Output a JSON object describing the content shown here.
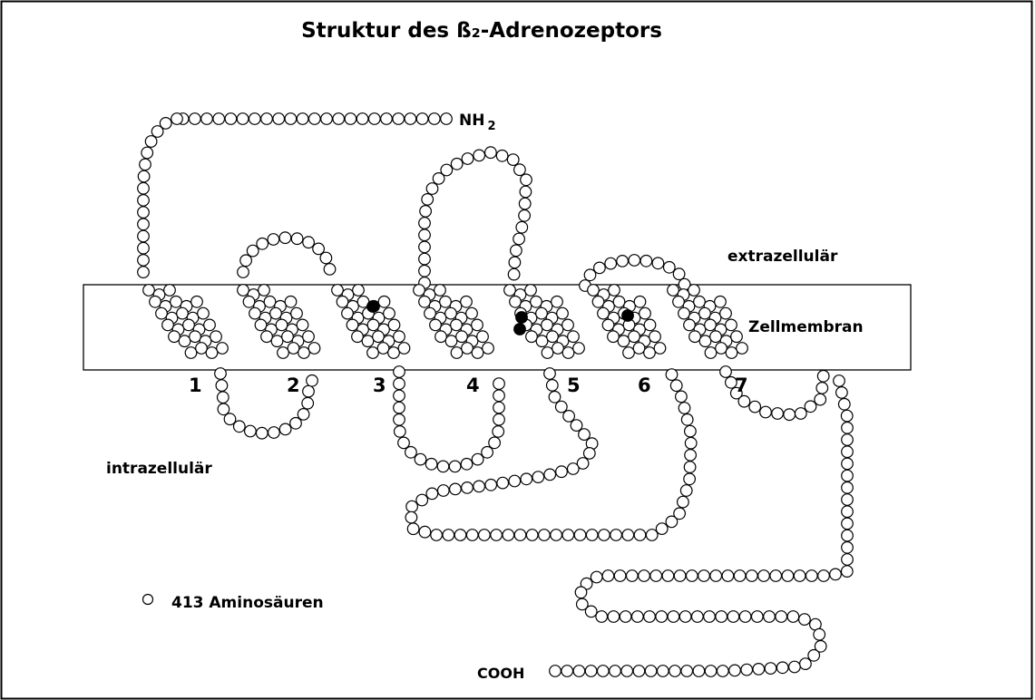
{
  "title": "Struktur des ß₂-Adrenozeptors",
  "labels": {
    "nh2": "NH",
    "nh2_sub": "2",
    "cooh": "COOH",
    "extracellular": "extrazellulär",
    "membrane": "Zellmembran",
    "intracellular": "intrazellulär"
  },
  "helices": [
    "1",
    "2",
    "3",
    "4",
    "5",
    "6",
    "7"
  ],
  "legend": {
    "text": "413 Aminosäuren"
  },
  "colors": {
    "line": "#000000",
    "residue_fill": "#ffffff",
    "marked_residue_fill": "#000000"
  }
}
